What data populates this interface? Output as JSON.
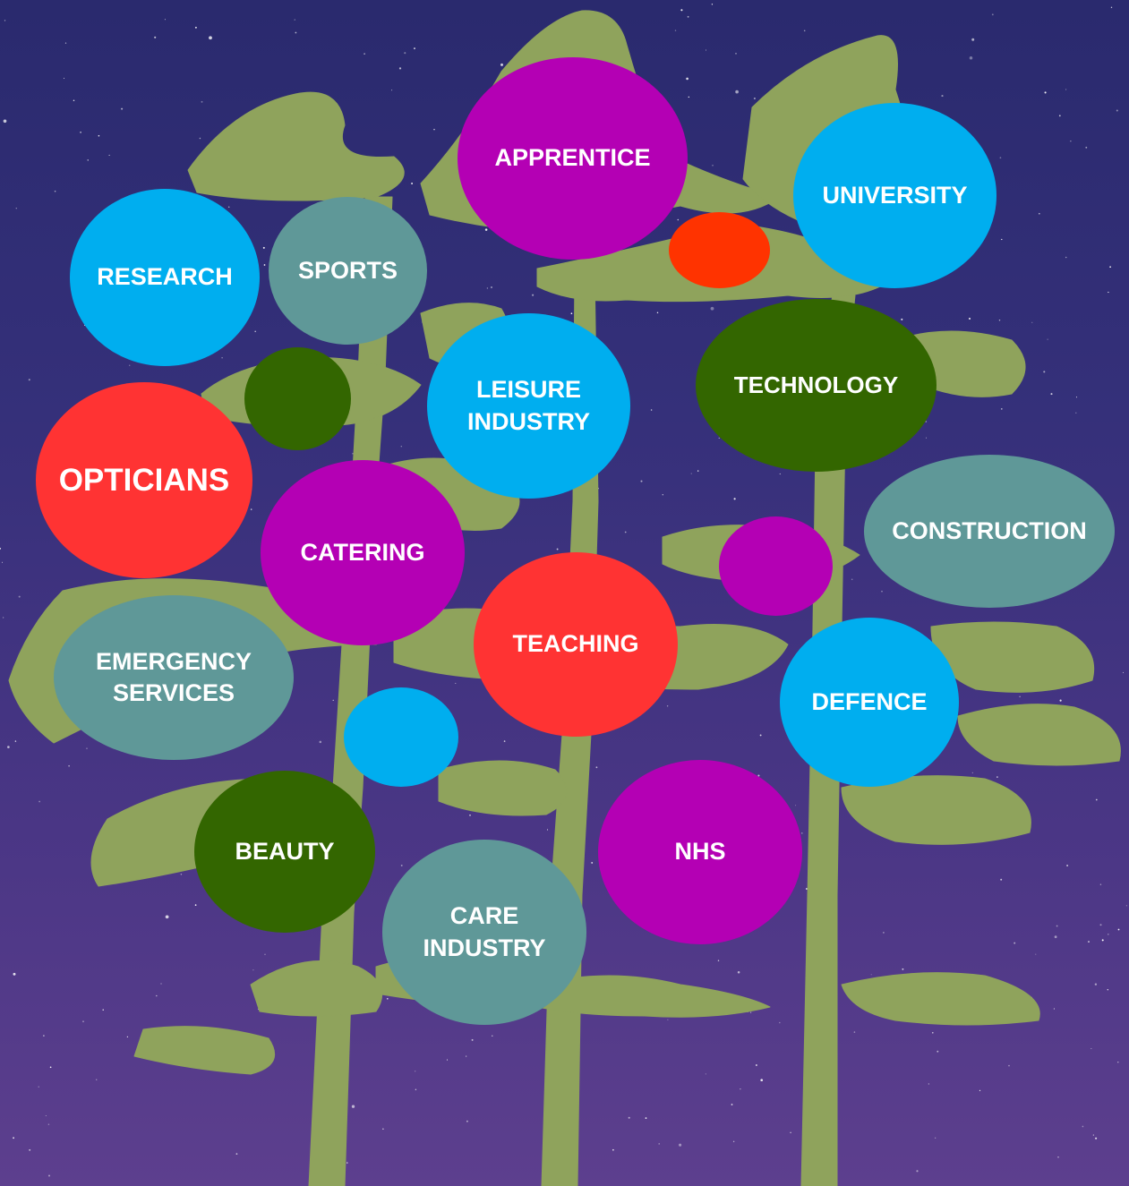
{
  "colors": {
    "background_top": "#2a2a6e",
    "background_bottom": "#5d3f8e",
    "tree": "#8fa35c",
    "magenta": "#b400b4",
    "sky_blue": "#00aeef",
    "slate_teal": "#5f9898",
    "dark_green": "#336600",
    "red": "#ff3333",
    "orange_red": "#ff3300"
  },
  "bubbles": [
    {
      "id": "apprentice",
      "lines": [
        "APPRENTICE"
      ],
      "color": "#b400b4"
    },
    {
      "id": "university",
      "lines": [
        "UNIVERSITY"
      ],
      "color": "#00aeef"
    },
    {
      "id": "research",
      "lines": [
        "RESEARCH"
      ],
      "color": "#00aeef"
    },
    {
      "id": "sports",
      "lines": [
        "SPORTS"
      ],
      "color": "#5f9898"
    },
    {
      "id": "leisure-industry",
      "lines": [
        "LEISURE",
        "INDUSTRY"
      ],
      "color": "#00aeef"
    },
    {
      "id": "technology",
      "lines": [
        "TECHNOLOGY"
      ],
      "color": "#336600"
    },
    {
      "id": "opticians",
      "lines": [
        "OPTICIANS"
      ],
      "color": "#ff3333"
    },
    {
      "id": "catering",
      "lines": [
        "CATERING"
      ],
      "color": "#b400b4"
    },
    {
      "id": "construction",
      "lines": [
        "CONSTRUCTION"
      ],
      "color": "#5f9898"
    },
    {
      "id": "teaching",
      "lines": [
        "TEACHING"
      ],
      "color": "#ff3333"
    },
    {
      "id": "emergency-services",
      "lines": [
        "EMERGENCY",
        "SERVICES"
      ],
      "color": "#5f9898"
    },
    {
      "id": "defence",
      "lines": [
        "DEFENCE"
      ],
      "color": "#00aeef"
    },
    {
      "id": "beauty",
      "lines": [
        "BEAUTY"
      ],
      "color": "#336600"
    },
    {
      "id": "nhs",
      "lines": [
        "NHS"
      ],
      "color": "#b400b4"
    },
    {
      "id": "care-industry",
      "lines": [
        "CARE",
        "INDUSTRY"
      ],
      "color": "#5f9898"
    }
  ],
  "blank_bubbles": [
    {
      "id": "orange-red-dot",
      "color": "#ff3300"
    },
    {
      "id": "dark-green-dot",
      "color": "#336600"
    },
    {
      "id": "magenta-dot",
      "color": "#b400b4"
    },
    {
      "id": "blue-dot",
      "color": "#00aeef"
    }
  ]
}
